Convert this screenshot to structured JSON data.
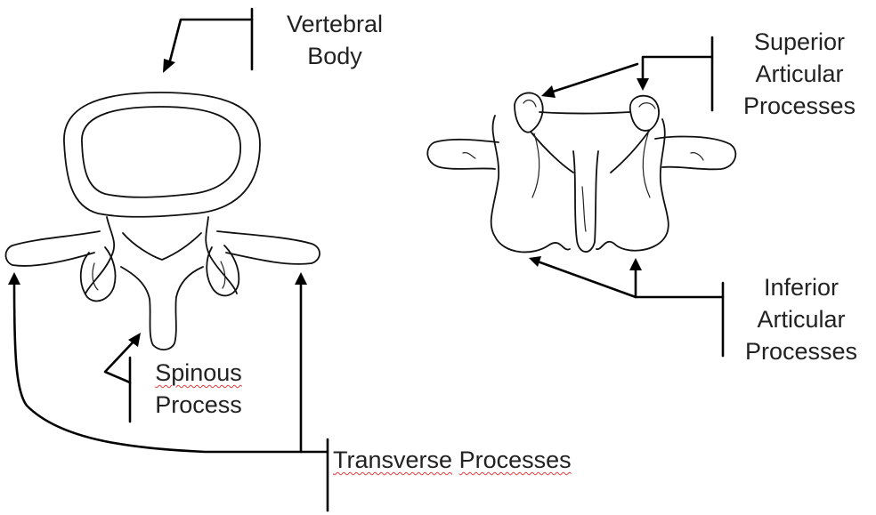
{
  "labels": {
    "vertebral_body": [
      "Vertebral",
      "Body"
    ],
    "superior_articular": [
      "Superior",
      "Articular",
      "Processes"
    ],
    "inferior_articular": [
      "Inferior",
      "Articular",
      "Processes"
    ],
    "spinous_process": [
      "Spinous",
      "Process"
    ],
    "transverse_processes": [
      "Transverse",
      "Processes"
    ]
  }
}
